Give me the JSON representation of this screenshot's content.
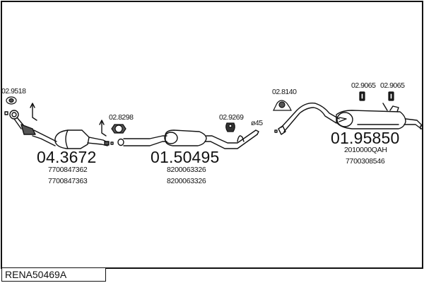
{
  "diagram_code": "RENA50469A",
  "parts": [
    {
      "number": "04.3672",
      "oem": [
        "7700847362",
        "7700847363"
      ]
    },
    {
      "number": "01.50495",
      "oem": [
        "8200063326",
        "8200063326"
      ]
    },
    {
      "number": "01.95850",
      "oem": [
        "2010000QAH",
        "7700308546"
      ]
    }
  ],
  "accessories": [
    {
      "number": "02.9518",
      "icon": "gasket-icon"
    },
    {
      "number": "02.8298",
      "icon": "clamp-icon"
    },
    {
      "number": "02.9269",
      "icon": "rubber-mount-icon"
    },
    {
      "number": "02.8140",
      "icon": "mounting-bracket-icon"
    },
    {
      "number": "02.9065",
      "icon": "rubber-hanger-icon"
    },
    {
      "number": "02.9065",
      "icon": "rubber-hanger-icon"
    }
  ],
  "pipe_diameter": "ø45",
  "colors": {
    "line": "#111111",
    "fill_dark": "#555555",
    "background": "#ffffff"
  }
}
